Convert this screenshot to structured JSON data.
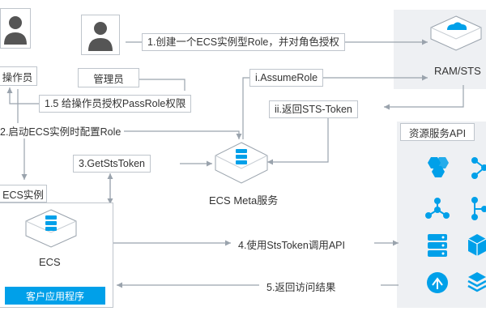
{
  "roles": {
    "operator_label": "操作员",
    "admin_label": "管理员"
  },
  "ram": {
    "label": "RAM/STS"
  },
  "ecs_meta": {
    "label": "ECS Meta服务"
  },
  "ecs_instance": {
    "tag": "ECS实例",
    "ecs_label": "ECS",
    "app_label": "客户应用程序"
  },
  "resource_api": {
    "title": "资源服务API"
  },
  "steps": {
    "s1": "1.创建一个ECS实例型Role，并对角色授权",
    "s1_5": "1.5 给操作员授权PassRole权限",
    "s2": "2.启动ECS实例时配置Role",
    "s3": "3.GetStsToken",
    "s4": "4.使用StsToken调用API",
    "s5": "5.返回访问结果",
    "si": "i.AssumeRole",
    "sii": "ii.返回STS-Token"
  },
  "colors": {
    "accent": "#00a0e9",
    "line": "#9aa3ad",
    "panel": "#eef0f3"
  },
  "icons": [
    "hexagon-cluster-icon",
    "share-nodes-icon",
    "network-icon",
    "branch-icon",
    "database-stack-icon",
    "cube-grid-icon",
    "cloud-upload-icon",
    "layers-icon"
  ]
}
